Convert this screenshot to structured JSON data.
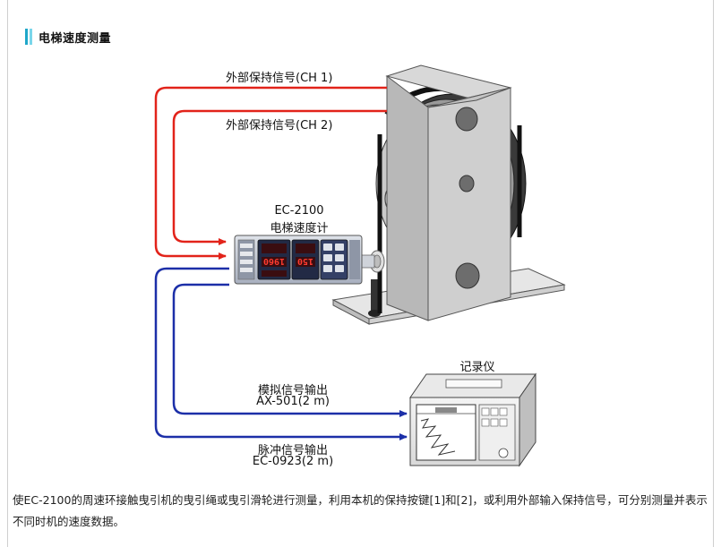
{
  "header": {
    "title": "电梯速度测量"
  },
  "labels": {
    "hold_ch1": "外部保持信号(CH 1)",
    "hold_ch2": "外部保持信号(CH 2)",
    "device_model": "EC-2100",
    "device_name": "电梯速度计",
    "recorder": "记录仪",
    "analog_out": "模拟信号输出",
    "analog_cable": "AX-501(2 m)",
    "pulse_out": "脉冲信号输出",
    "pulse_cable": "EC-0923(2 m)"
  },
  "device": {
    "display_left": "1960",
    "display_right": "150"
  },
  "description": "使EC-2100的周速环接触曳引机的曳引绳或曳引滑轮进行测量，利用本机的保持按键[1]和[2]，或利用外部输入保持信号，可分别测量并表示不同时机的速度数据。",
  "colors": {
    "red_line": "#e2231a",
    "blue_line": "#1c2fa8",
    "accent": "#1fa7c9"
  }
}
